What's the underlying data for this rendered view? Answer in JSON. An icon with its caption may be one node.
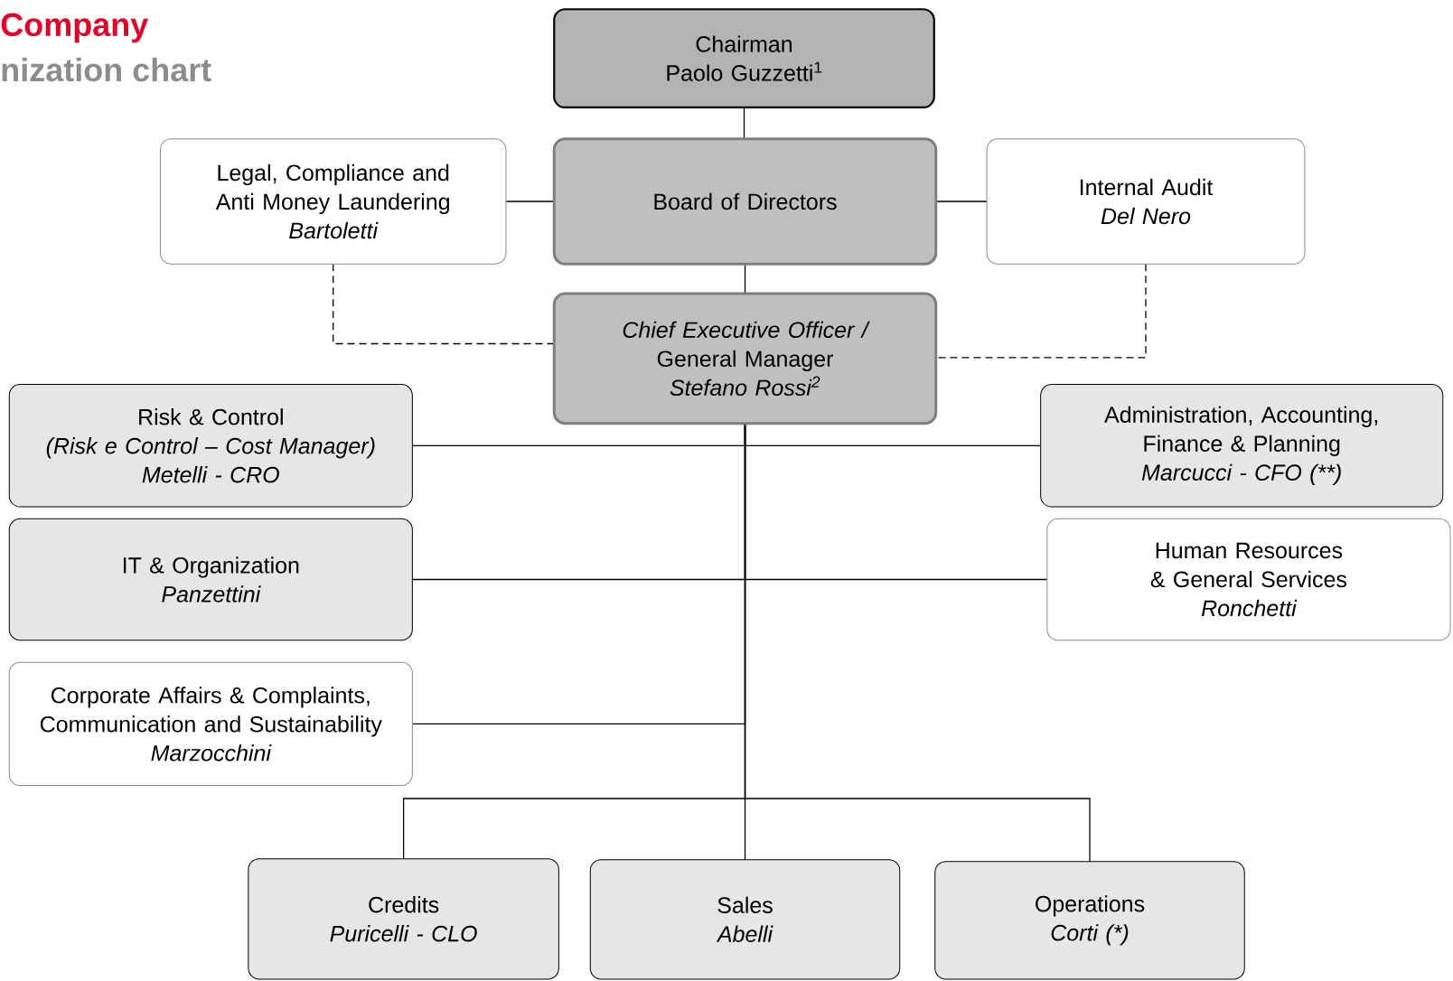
{
  "diagram": {
    "title": "Company",
    "nodes": [
      {
        "text": [
          "Chairman",
          "Paolo Guzzetti$^{1}$"
        ]
      },
      {
        "text": [
          "Board of Directors"
        ]
      },
      {
        "text": [
          "Legal, Compliance and Anti Money Laundering",
          "Bartoletti"
        ]
      },
      {
        "text": [
          "Internal Audit",
          "Del Nero"
        ]
      },
      {
        "text": [
          "Chief Executive Officer /",
          "General Manager",
          "Stefano Rossi$^{2}$"
        ]
      },
      {
        "text": [
          "Risk & Control",
          "(Risk e Control – Cost Manager)",
          "Metelli  - CRO"
        ]
      },
      {
        "text": [
          "Administration, Accounting, Finance & Planning",
          "Marcucci  - CFO (**)"
        ]
      },
      {
        "text": [
          "IT & Organization",
          "Panzettini"
        ]
      },
      {
        "text": [
          "Human Resources & General Services",
          "Ronchetti"
        ]
      },
      {
        "text": [
          "Corporate Affairs & Complaints, Communication and Sustainability",
          "Marzocchini"
        ]
      },
      {
        "text": [
          "Credits",
          "Puricelli - CLO"
        ]
      },
      {
        "text": [
          "Sales",
          "Abelli"
        ]
      },
      {
        "text": [
          "Operations",
          "Corti (*)"
        ]
      }
    ],
    "edges": [
      {
        "from": 0,
        "to": 1,
        "arrow": "none"
      },
      {
        "from": 1,
        "to": 2,
        "arrow": "none"
      },
      {
        "from": 1,
        "to": 3,
        "arrow": "none"
      },
      {
        "from": 1,
        "to": 4,
        "arrow": "none"
      },
      {
        "from": 2,
        "to": 4,
        "arrow": "none",
        "style": "dashed"
      },
      {
        "from": 3,
        "to": 4,
        "arrow": "none",
        "style": "dashed"
      },
      {
        "from": 4,
        "to": 5,
        "arrow": "none"
      },
      {
        "from": 4,
        "to": 6,
        "arrow": "none"
      },
      {
        "from": 4,
        "to": 7,
        "arrow": "none"
      },
      {
        "from": 4,
        "to": 8,
        "arrow": "none"
      },
      {
        "from": 4,
        "to": 9,
        "arrow": "none"
      },
      {
        "from": 4,
        "to": 10,
        "arrow": "none"
      },
      {
        "from": 4,
        "to": 11,
        "arrow": "none"
      },
      {
        "from": 4,
        "to": 12,
        "arrow": "none"
      }
    ],
    "labels": [
      "nization chart"
    ]
  }
}
